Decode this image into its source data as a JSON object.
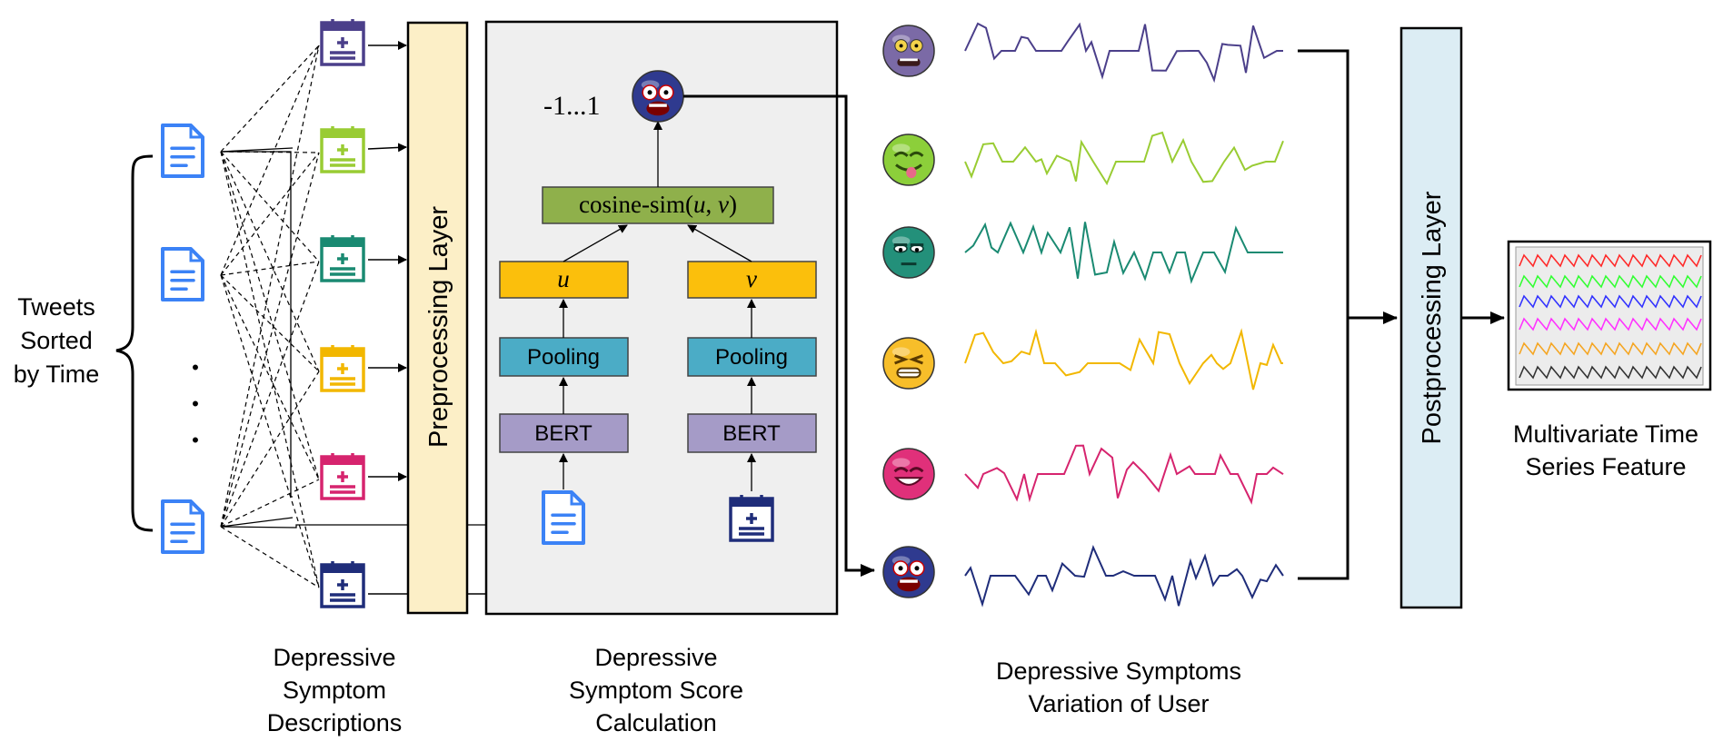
{
  "left_label": [
    "Tweets",
    "Sorted",
    "by Time"
  ],
  "ellipsis": "•",
  "bottom_labels": {
    "descriptions": [
      "Depressive",
      "Symptom",
      "Descriptions"
    ],
    "score": [
      "Depressive",
      "Symptom Score",
      "Calculation"
    ],
    "variation": [
      "Depressive Symptoms",
      "Variation of User"
    ],
    "feature": [
      "Multivariate Time",
      "Series Feature"
    ]
  },
  "layers": {
    "preprocessing": "Preprocessing Layer",
    "postprocessing": "Postprocessing Layer"
  },
  "score_module": {
    "range": "-1...1",
    "cosine_prefix": "cosine-sim(",
    "cosine_u": "u",
    "cosine_sep": ", ",
    "cosine_v": "v",
    "cosine_suffix": ")",
    "u": "u",
    "v": "v",
    "pooling": "Pooling",
    "bert": "BERT"
  },
  "colors": {
    "doc_blue": "#3b82f6",
    "symptom_colors": [
      "#4b3f8a",
      "#99cc33",
      "#1a8a72",
      "#f2b700",
      "#d6246e",
      "#1f2d7a"
    ],
    "preprocessing_fill": "#fcefc7",
    "postprocessing_fill": "#dcedf4",
    "module_bg": "#efefef",
    "cosine_fill": "#8fb04b",
    "uv_fill": "#fbbf0c",
    "pooling_fill": "#4bacc6",
    "bert_fill": "#a59bc7"
  },
  "icons": [
    "tweet-document-icon",
    "calendar-plus-icon",
    "emoji-face-icon"
  ],
  "feature_chart_colors": [
    "#ff2a2a",
    "#33ff33",
    "#3333ff",
    "#ff33ff",
    "#f5a623",
    "#333333"
  ]
}
